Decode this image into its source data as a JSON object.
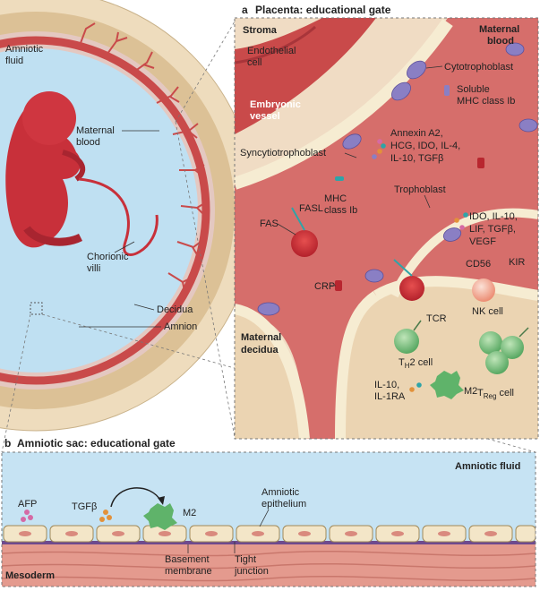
{
  "panel_a": {
    "letter": "a",
    "title": "Placenta: educational gate",
    "stroma": "Stroma",
    "endothelial_cell": [
      "Endothelial",
      "cell"
    ],
    "maternal_blood": [
      "Maternal",
      "blood"
    ],
    "cytotrophoblast": "Cytotrophoblast",
    "soluble_mhc": [
      "Soluble",
      "MHC class Ib"
    ],
    "embryonic_vessel": [
      "Embryonic",
      "vessel"
    ],
    "annexin": [
      "Annexin A2,",
      "HCG, IDO, IL-4,",
      "IL-10, TGFβ"
    ],
    "syncytiotrophoblast": "Syncytiotrophoblast",
    "mhc_class_ib": [
      "MHC",
      "class Ib"
    ],
    "trophoblast": "Trophoblast",
    "fasl": "FASL",
    "fas": "FAS",
    "ido": [
      "IDO, IL-10,",
      "LIF, TGFβ,",
      "VEGF"
    ],
    "cd56": "CD56",
    "kir": "KIR",
    "crp": "CRP",
    "nk_cell": "NK cell",
    "tcr": "TCR",
    "th2_cell": {
      "main": "T",
      "sub": "H",
      "rest": "2 cell"
    },
    "maternal_decidua": [
      "Maternal",
      "decidua"
    ],
    "il10": [
      "IL-10,",
      "IL-1RA"
    ],
    "m2": "M2",
    "treg_cell": {
      "main": "T",
      "sub": "Reg",
      "rest": " cell"
    }
  },
  "left": {
    "amniotic_fluid": [
      "Amniotic",
      "fluid"
    ],
    "maternal_blood": [
      "Maternal",
      "blood"
    ],
    "chorionic_villi": [
      "Chorionic",
      "villi"
    ],
    "decidua": "Decidua",
    "amnion": "Amnion"
  },
  "panel_b": {
    "letter": "b",
    "title": "Amniotic sac: educational gate",
    "amniotic_fluid": "Amniotic fluid",
    "afp": "AFP",
    "tgfb": "TGFβ",
    "m2": "M2",
    "amniotic_epithelium": [
      "Amniotic",
      "epithelium"
    ],
    "mesoderm": "Mesoderm",
    "basement_membrane": [
      "Basement",
      "membrane"
    ],
    "tight_junction": [
      "Tight",
      "junction"
    ]
  },
  "colors": {
    "amniotic_blue": "#bfe0f2",
    "decidua_tan": "#e8d4b4",
    "vessel_red": "#c94a4a",
    "fetus_red": "#c8303a",
    "cell_cream": "#f6ecd2",
    "cyto_purple": "#8a7fc4",
    "bead_teal": "#2fa4a8",
    "bead_orange": "#e2913a",
    "bead_pink": "#d56aa5",
    "m2_green": "#5fb36a",
    "crp_red": "#b8262f",
    "mesoderm_pink": "#e49a8e"
  }
}
